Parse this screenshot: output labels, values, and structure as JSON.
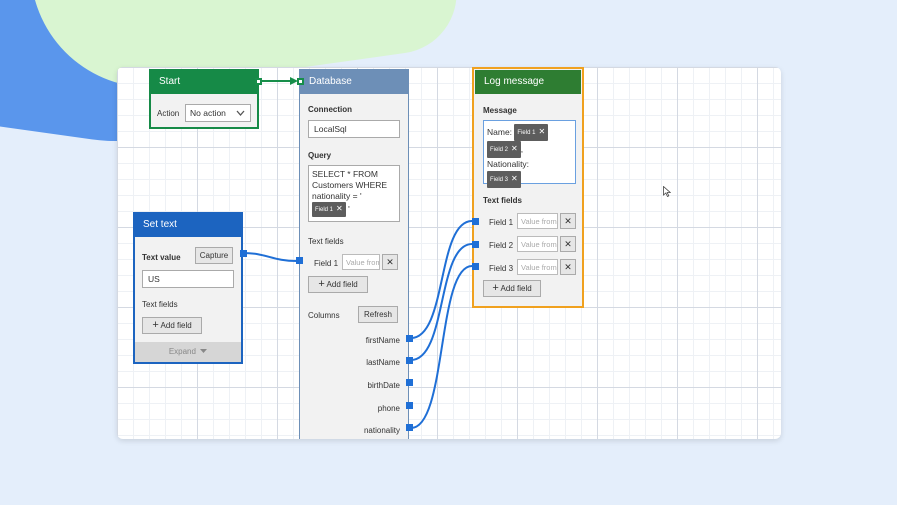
{
  "start_node": {
    "title": "Start",
    "action_label": "Action",
    "action_value": "No action"
  },
  "database_node": {
    "title": "Database",
    "connection_label": "Connection",
    "connection_value": "LocalSql",
    "query_label": "Query",
    "query_lines": [
      "SELECT * FROM",
      "Customers WHERE",
      "nationality = '"
    ],
    "query_chip": "Field 1",
    "query_tail": "'",
    "text_fields_label": "Text fields",
    "field1_label": "Field 1",
    "field1_placeholder": "Value from",
    "add_field_label": "Add field",
    "columns_label": "Columns",
    "refresh_label": "Refresh",
    "columns": [
      "firstName",
      "lastName",
      "birthDate",
      "phone",
      "nationality"
    ]
  },
  "set_text_node": {
    "title": "Set text",
    "text_value_label": "Text value",
    "capture_label": "Capture",
    "text_value": "US",
    "text_fields_label": "Text fields",
    "add_field_label": "Add field",
    "expand_label": "Expand"
  },
  "log_node": {
    "title": "Log message",
    "message_label": "Message",
    "msg_name": "Name:",
    "chip1": "Field 1",
    "chip2": "Field 2",
    "msg_comma": ",",
    "msg_nationality": "Nationality:",
    "chip3": "Field 3",
    "text_fields_label": "Text fields",
    "fields": [
      {
        "label": "Field 1",
        "placeholder": "Value from"
      },
      {
        "label": "Field 2",
        "placeholder": "Value from"
      },
      {
        "label": "Field 3",
        "placeholder": "Value from"
      }
    ],
    "add_field_label": "Add field"
  },
  "icons": {
    "close": "close-icon",
    "plus": "plus-icon",
    "dropdown": "chevron-down-icon",
    "cursor": "mouse-cursor-icon"
  },
  "colors": {
    "start_head": "#168a47",
    "database_head": "#6d8fb7",
    "set_text_head": "#1c64c0",
    "log_head": "#2e7d32",
    "log_border": "#f0a11f",
    "connector": "#1f6fd6"
  }
}
